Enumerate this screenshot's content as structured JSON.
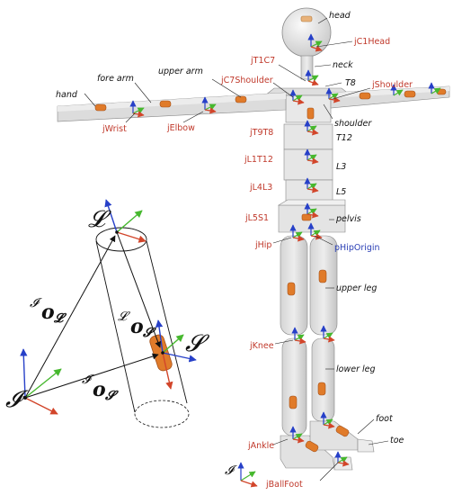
{
  "body_labels": {
    "head": "head",
    "neck": "neck",
    "t8": "T8",
    "t12": "T12",
    "l3": "L3",
    "l5": "L5",
    "pelvis": "pelvis",
    "shoulder": "shoulder",
    "upper_arm": "upper arm",
    "fore_arm": "fore arm",
    "hand": "hand",
    "upper_leg": "upper leg",
    "lower_leg": "lower leg",
    "foot": "foot",
    "toe": "toe"
  },
  "joint_labels": {
    "jC1Head": "jC1Head",
    "jT1C7": "jT1C7",
    "jC7Shoulder": "jC7Shoulder",
    "jShoulder": "jShoulder",
    "jT9T8": "jT9T8",
    "jL1T12": "jL1T12",
    "jL4L3": "jL4L3",
    "jL5S1": "jL5S1",
    "jHip": "jHip",
    "jKnee": "jKnee",
    "jAnkle": "jAnkle",
    "jBallFoot": "jBallFoot",
    "jWrist": "jWrist",
    "jElbow": "jElbow",
    "pHipOrigin": "pHipOrigin"
  },
  "math_labels": {
    "frame_I": "𝓘",
    "frame_L": "𝓛",
    "frame_S": "𝓢",
    "vec_IoL_sup": "𝓘",
    "vec_IoL_main": "o",
    "vec_IoL_sub": "𝓛",
    "vec_LoS_sup": "𝓛",
    "vec_LoS_main": "o",
    "vec_LoS_sub": "𝓢",
    "vec_IoS_sup": "𝓘",
    "vec_IoS_main": "o",
    "vec_IoS_sub": "𝓢",
    "world_frame": "𝓘"
  },
  "colors": {
    "axis_x": "#d2452a",
    "axis_y": "#46b82e",
    "axis_z": "#2740c8",
    "joint_text": "#c0392b",
    "origin_text": "#2a3fb5",
    "sensor": "#e07b2a",
    "body_fill": "#e6e6e6"
  },
  "icons": {
    "sensor": "orange-imu-sensor-icon"
  }
}
